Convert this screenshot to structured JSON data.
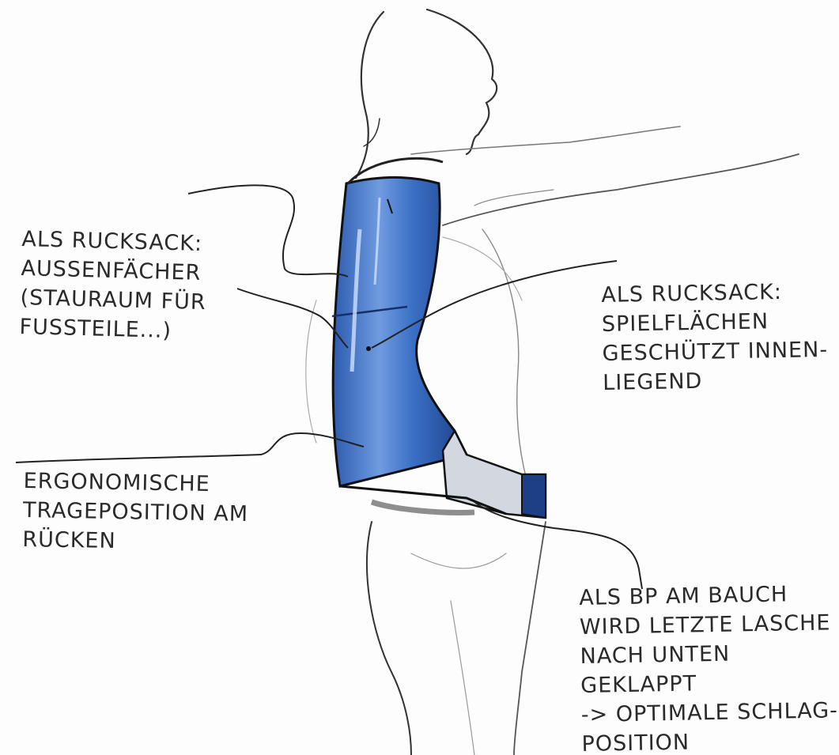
{
  "annotations": {
    "outer_pockets": {
      "lines": [
        "ALS RUCKSACK:",
        "AUSSENFÄCHER",
        "(STAURAUM FÜR",
        "FUSSTEILE...)"
      ]
    },
    "playing_surfaces": {
      "lines": [
        "ALS RUCKSACK:",
        "SPIELFLÄCHEN",
        "GESCHÜTZT INNEN-",
        "LIEGEND"
      ]
    },
    "ergonomic": {
      "lines": [
        "ERGONOMISCHE",
        "TRAGEPOSITION AM",
        "RÜCKEN"
      ]
    },
    "belly": {
      "lines": [
        "ALS BP AM BAUCH",
        "WIRD LETZTE LASCHE",
        "NACH UNTEN",
        "GEKLAPPT",
        "-> OPTIMALE SCHLAG-",
        "POSITION"
      ]
    }
  },
  "colors": {
    "pack_blue": "#3a6fc4",
    "pack_dark": "#1d3f86",
    "strap_gray": "#c9cdd6",
    "ink": "#222222"
  }
}
